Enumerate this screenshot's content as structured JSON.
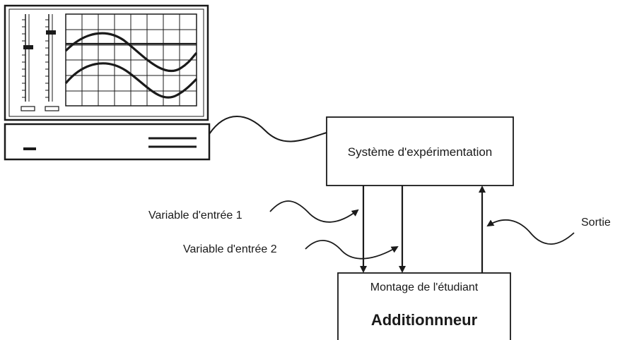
{
  "diagram": {
    "system_box_label": "Système d'expérimentation",
    "student_box_label": "Montage de l'étudiant",
    "student_box_title": "Additionnneur",
    "input1_label": "Variable d'entrée 1",
    "input2_label": "Variable d'entrée 2",
    "output_label": "Sortie",
    "stroke_color": "#1a1a1a",
    "background": "#ffffff"
  }
}
